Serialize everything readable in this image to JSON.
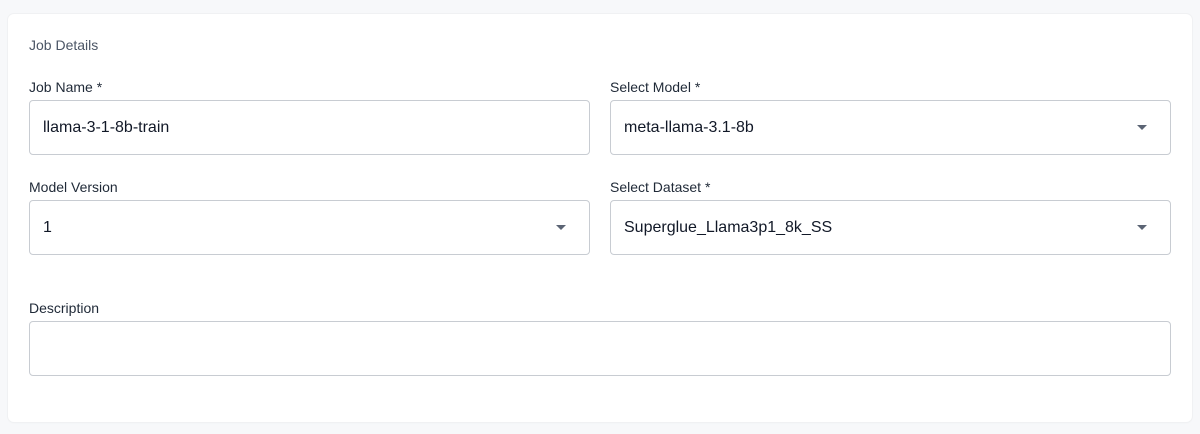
{
  "section": {
    "title": "Job Details"
  },
  "fields": {
    "job_name": {
      "label": "Job Name *",
      "value": "llama-3-1-8b-train"
    },
    "select_model": {
      "label": "Select Model *",
      "value": "meta-llama-3.1-8b",
      "icon": "caret-down-icon"
    },
    "model_version": {
      "label": "Model Version",
      "value": "1",
      "icon": "caret-down-icon"
    },
    "select_dataset": {
      "label": "Select Dataset *",
      "value": "Superglue_Llama3p1_8k_SS",
      "icon": "caret-down-icon"
    },
    "description": {
      "label": "Description",
      "value": ""
    }
  }
}
